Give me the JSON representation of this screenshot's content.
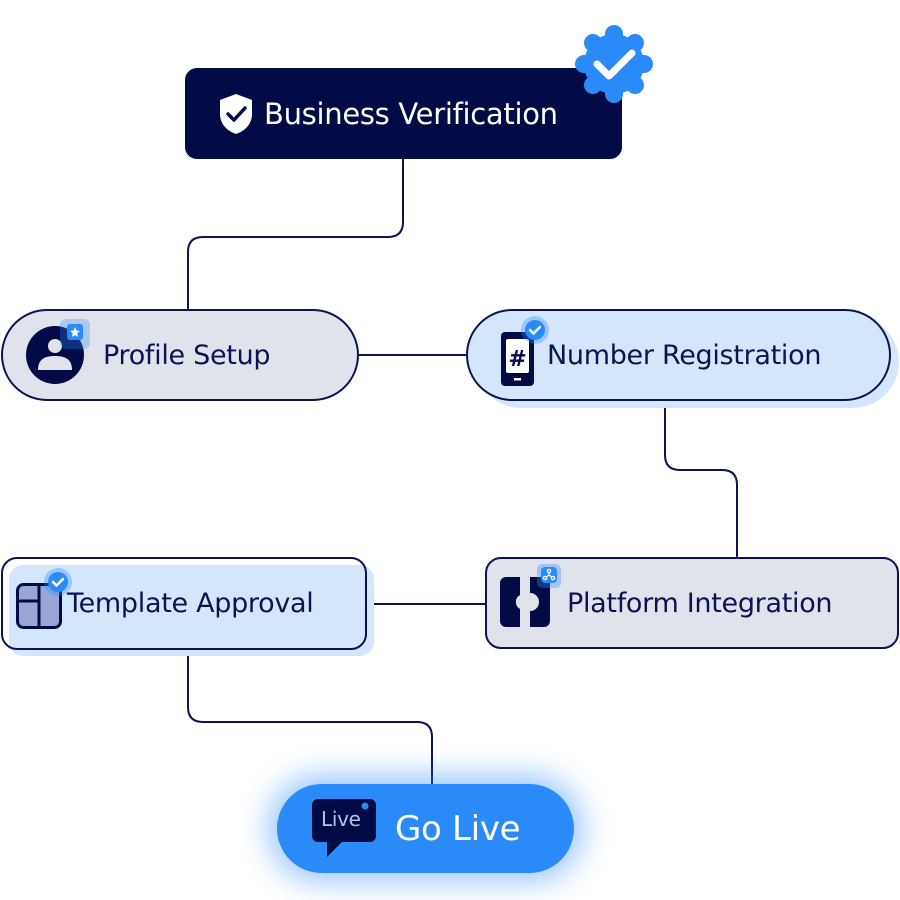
{
  "nodes": {
    "business_verification": {
      "label": "Business Verification",
      "icon": "shield-check-icon",
      "badge": "verified-badge-icon"
    },
    "profile_setup": {
      "label": "Profile Setup",
      "icon": "user-avatar-icon",
      "badge": "star-badge-icon"
    },
    "number_registration": {
      "label": "Number Registration",
      "icon": "phone-hash-icon",
      "badge": "check-badge-icon"
    },
    "template_approval": {
      "label": "Template Approval",
      "icon": "template-layout-icon",
      "badge": "check-badge-icon"
    },
    "platform_integration": {
      "label": "Platform Integration",
      "icon": "integration-icon",
      "badge": "network-badge-icon"
    },
    "go_live": {
      "label": "Go Live",
      "icon": "live-chat-bubble-icon",
      "icon_text": "Live"
    }
  },
  "colors": {
    "navy": "#020b45",
    "accent_blue": "#2a8bf8",
    "light_blue": "#d3e6fb",
    "gray": "#e1e3ec"
  }
}
